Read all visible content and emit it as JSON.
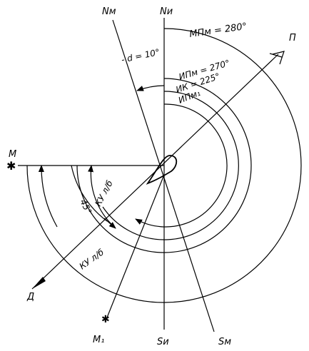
{
  "labels": {
    "n_magnetic": "Nм",
    "n_true": "Nи",
    "p_point": "П",
    "m_point": "М",
    "d_point": "Д",
    "m1_point": "М₁",
    "s_true": "Sи",
    "s_magnetic": "Sм",
    "mp_m": "МПм = 280°",
    "ip_m": "ИПм = 270°",
    "ik": "ИК = 225°",
    "ip_m1": "ИПм₁",
    "declination": "- d = 10°",
    "ku_inner": "КУ л/б",
    "ku_outer": "КУ л/б",
    "angle_45": "45°"
  },
  "colors": {
    "ink": "#000000",
    "paper": "#ffffff"
  }
}
